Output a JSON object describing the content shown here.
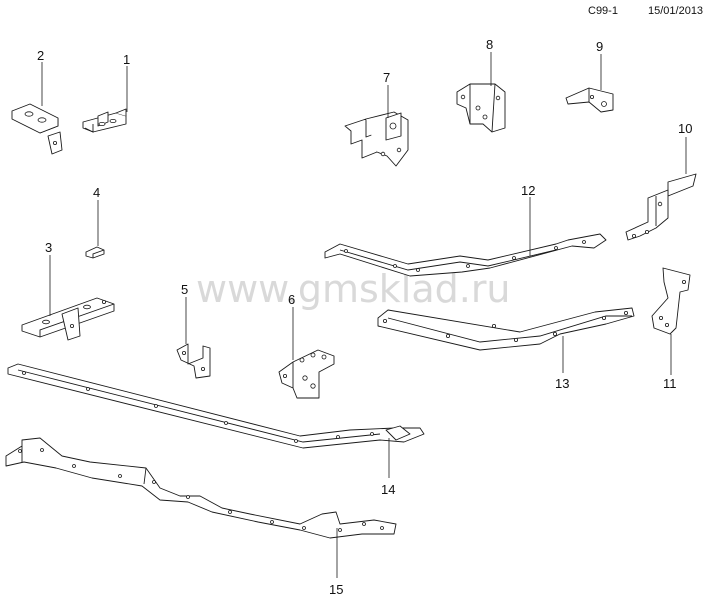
{
  "header": {
    "code": "C99-1",
    "date": "15/01/2013"
  },
  "watermark": "www.gmsklad.ru",
  "callouts": [
    "1",
    "2",
    "3",
    "4",
    "5",
    "6",
    "7",
    "8",
    "9",
    "10",
    "11",
    "12",
    "13",
    "14",
    "15"
  ]
}
